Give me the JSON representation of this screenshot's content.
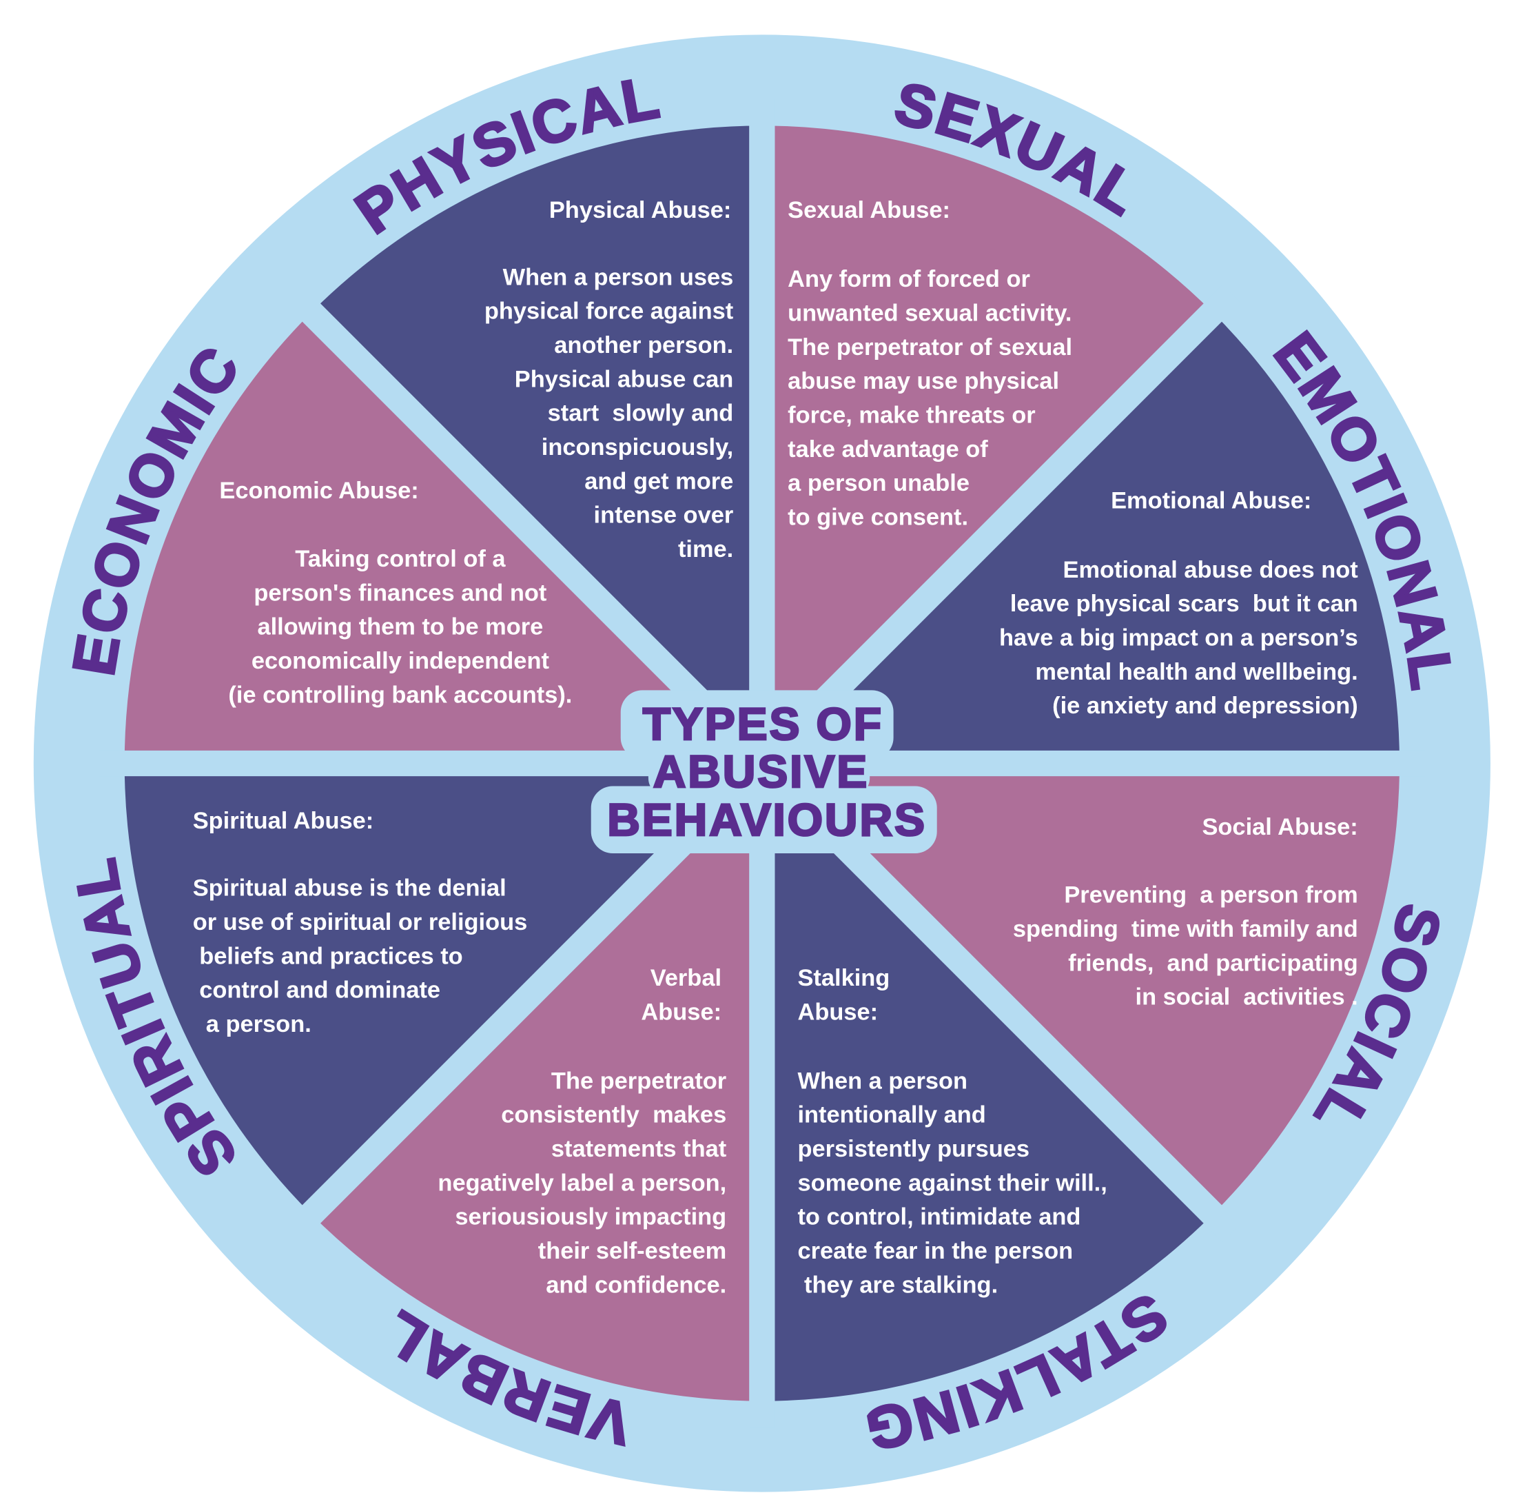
{
  "colors": {
    "ring": "#b5dcf2",
    "dark": "#4b4f87",
    "pink": "#ae6f99",
    "label": "#5a2d8e",
    "text": "#ffffff"
  },
  "center_title": [
    "TYPES OF",
    "ABUSIVE",
    "BEHAVIOURS"
  ],
  "wedges": [
    {
      "label": "PHYSICAL",
      "color": "dark",
      "title": [
        "Physical Abuse:"
      ],
      "body": [
        "When a person uses",
        "physical force against",
        "another person.",
        "Physical abuse can",
        "start  slowly and",
        "inconspicuously,",
        "and get more",
        "intense over",
        "time."
      ]
    },
    {
      "label": "SEXUAL",
      "color": "pink",
      "title": [
        "Sexual Abuse:"
      ],
      "body": [
        "Any form of forced or",
        "unwanted sexual activity.",
        "The perpetrator of sexual",
        "abuse may use physical",
        "force, make threats or",
        "take advantage of",
        "a person unable",
        "to give consent."
      ]
    },
    {
      "label": "EMOTIONAL",
      "color": "dark",
      "title": [
        "Emotional Abuse:"
      ],
      "body": [
        "Emotional abuse does not",
        "leave physical scars  but it can",
        "have a big impact on a person’s",
        "mental health and wellbeing.",
        "(ie anxiety and depression)"
      ]
    },
    {
      "label": "SOCIAL",
      "color": "pink",
      "title": [
        "Social Abuse:"
      ],
      "body": [
        "Preventing  a person from",
        "spending  time with family and",
        "friends,  and participating",
        "in social  activities ."
      ]
    },
    {
      "label": "STALKING",
      "color": "dark",
      "title": [
        "Stalking",
        "Abuse:"
      ],
      "body": [
        "When a person",
        "intentionally and",
        "persistently pursues",
        "someone against their will.,",
        "to control, intimidate and",
        "create fear in the person",
        " they are stalking."
      ]
    },
    {
      "label": "VERBAL",
      "color": "pink",
      "title": [
        "Verbal",
        "Abuse:"
      ],
      "body": [
        "The perpetrator",
        "consistently  makes",
        "statements that",
        "negatively label a person,",
        "seriousiously impacting",
        "their self-esteem",
        "and confidence."
      ]
    },
    {
      "label": "SPIRITUAL",
      "color": "dark",
      "title": [
        "Spiritual Abuse:"
      ],
      "body": [
        "Spiritual abuse is the denial",
        "or use of spiritual or religious",
        " beliefs and practices to",
        " control and dominate",
        "  a person."
      ]
    },
    {
      "label": "ECONOMIC",
      "color": "pink",
      "title": [
        "Economic Abuse:"
      ],
      "body": [
        "Taking control of a",
        "person's finances and not",
        "allowing them to be more",
        "economically independent",
        "(ie controlling bank accounts)."
      ]
    }
  ]
}
